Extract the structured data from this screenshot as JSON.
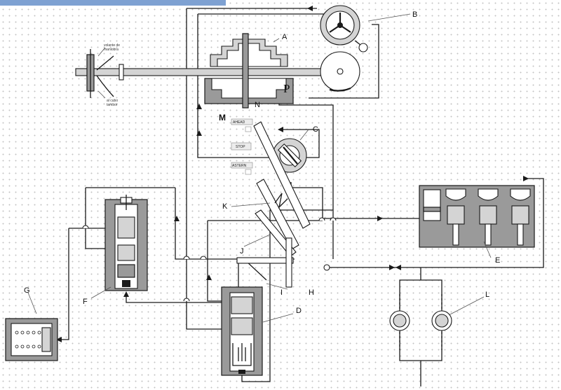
{
  "diagram": {
    "labels": {
      "A": "A",
      "B": "B",
      "C": "C",
      "D": "D",
      "E": "E",
      "F": "F",
      "G": "G",
      "H": "H",
      "I": "I",
      "J": "J",
      "K": "K",
      "L": "L",
      "M": "M",
      "N": "N",
      "P": "P"
    },
    "shaft_annotations": {
      "upper": "volante de\nmaniobra",
      "lower": "al cubo\ntambor"
    },
    "control_buttons": {
      "ahead": "AHEAD",
      "stop": "STOP",
      "astern": "ASTERN"
    }
  }
}
